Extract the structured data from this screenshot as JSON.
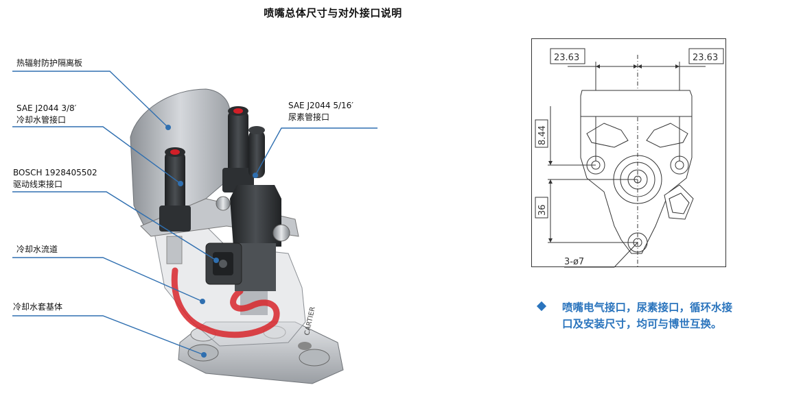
{
  "title": "喷嘴总体尺寸与对外接口说明",
  "callouts": {
    "heat_shield": "热辐射防护隔离板",
    "coolant_port_line1": "SAE J2044 3/8′",
    "coolant_port_line2": "冷却水管接口",
    "urea_port_line1": "SAE J2044 5/16′",
    "urea_port_line2": "尿素管接口",
    "drive_harness_line1": "BOSCH 1928405502",
    "drive_harness_line2": "驱动线束接口",
    "coolant_channel": "冷却水流道",
    "coolant_jacket": "冷却水套基体"
  },
  "product_mark": "CARTIER",
  "drawing": {
    "dim_left_width": "23.63",
    "dim_right_width": "23.63",
    "dim_height_upper": "8.44",
    "dim_height_lower": "36",
    "dim_holes": "3-ø7"
  },
  "note": {
    "line1": "喷嘴电气接口，尿素接口，循环水接",
    "line2": "口及安装尺寸，均可与博世互换。"
  },
  "colors": {
    "callout_line": "#2f6fb0",
    "note_text": "#2a74bd",
    "coolant_channel": "#d8262b",
    "body_dark": "#3a3d40",
    "body_light": "#c9ccd0"
  }
}
